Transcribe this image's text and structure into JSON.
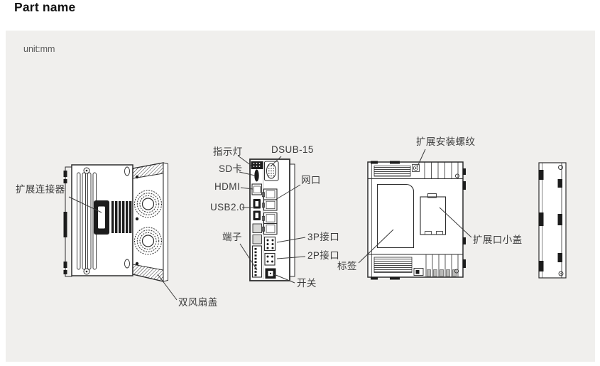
{
  "page": {
    "title": "Part name",
    "unit_note": "unit:mm"
  },
  "colors": {
    "page_bg": "#ffffff",
    "canvas_bg": "#f0efed",
    "line_color": "#2e2e2e",
    "label_color": "#3c3c3c"
  },
  "callouts": {
    "expansion_connector": "扩展连接器",
    "dual_fan_cover": "双风扇盖",
    "indicator_light": "指示灯",
    "sd_card": "SD卡",
    "hdmi": "HDMI",
    "usb": "USB2.0",
    "terminal": "端子",
    "dsub15": "DSUB-15",
    "lan_port": "网口",
    "port_3p": "3P接口",
    "port_2p": "2P接口",
    "power_switch": "开关",
    "expansion_mount_thread": "扩展安装螺纹",
    "label_sticker": "标签",
    "expansion_port_cover": "扩展口小盖"
  }
}
